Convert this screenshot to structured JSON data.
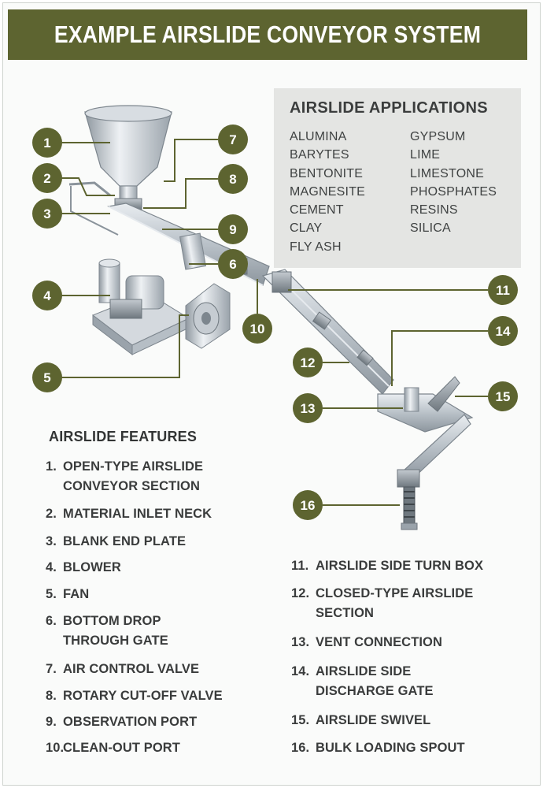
{
  "header": {
    "title": "EXAMPLE AIRSLIDE CONVEYOR SYSTEM"
  },
  "applications": {
    "title": "AIRSLIDE APPLICATIONS",
    "col1": [
      "ALUMINA",
      "BARYTES",
      "BENTONITE",
      "MAGNESITE",
      "CEMENT",
      "CLAY",
      "FLY ASH"
    ],
    "col2": [
      "GYPSUM",
      "LIME",
      "LIMESTONE",
      "PHOSPHATES",
      "RESINS",
      "SILICA"
    ]
  },
  "callouts": [
    "1",
    "2",
    "3",
    "4",
    "5",
    "6",
    "7",
    "8",
    "9",
    "10",
    "11",
    "12",
    "13",
    "14",
    "15",
    "16"
  ],
  "features": {
    "title": "AIRSLIDE FEATURES",
    "items": [
      {
        "num": "1.",
        "text": "OPEN-TYPE AIRSLIDE CONVEYOR SECTION"
      },
      {
        "num": "2.",
        "text": "MATERIAL INLET NECK"
      },
      {
        "num": "3.",
        "text": "BLANK END PLATE"
      },
      {
        "num": "4.",
        "text": "BLOWER"
      },
      {
        "num": "5.",
        "text": "FAN"
      },
      {
        "num": "6.",
        "text": "BOTTOM DROP THROUGH GATE"
      },
      {
        "num": "7.",
        "text": "AIR CONTROL VALVE"
      },
      {
        "num": "8.",
        "text": "ROTARY CUT-OFF VALVE"
      },
      {
        "num": "9.",
        "text": "OBSERVATION PORT"
      },
      {
        "num": "10.",
        "text": "CLEAN-OUT PORT"
      },
      {
        "num": "11.",
        "text": "AIRSLIDE SIDE TURN BOX"
      },
      {
        "num": "12.",
        "text": "CLOSED-TYPE AIRSLIDE SECTION"
      },
      {
        "num": "13.",
        "text": "VENT CONNECTION"
      },
      {
        "num": "14.",
        "text": "AIRSLIDE SIDE DISCHARGE GATE"
      },
      {
        "num": "15.",
        "text": "AIRSLIDE SWIVEL"
      },
      {
        "num": "16.",
        "text": "BULK LOADING SPOUT"
      }
    ]
  },
  "colors": {
    "accent": "#5d6430",
    "text": "#3a3c3c",
    "panel": "#e4e5e3",
    "steel": "#b9c1c8"
  }
}
